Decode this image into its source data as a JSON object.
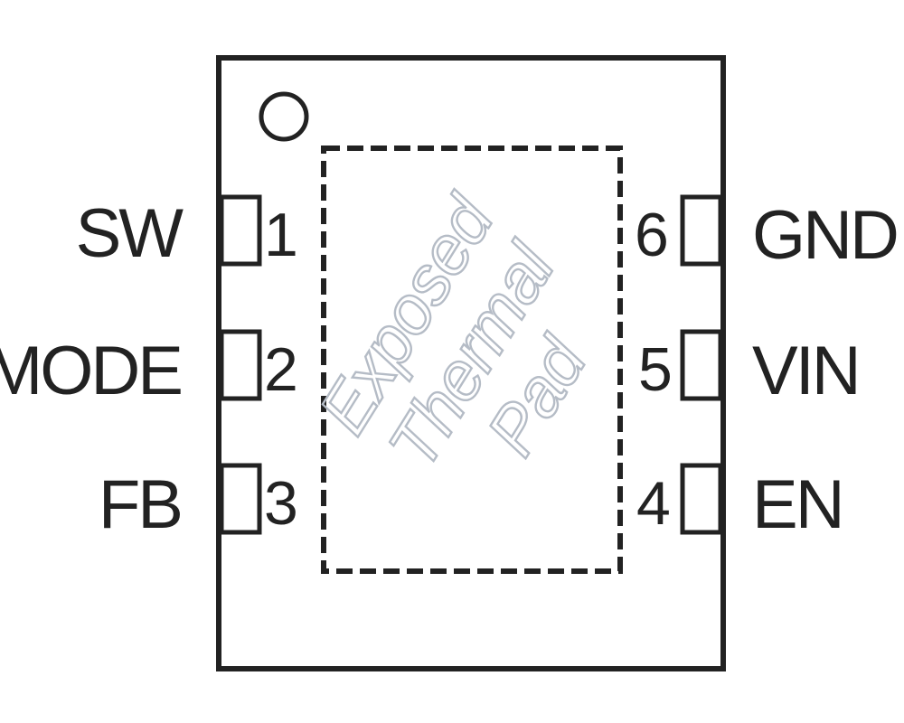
{
  "package": {
    "pins": [
      {
        "number": "1",
        "name": "SW",
        "side": "left"
      },
      {
        "number": "2",
        "name": "MODE",
        "side": "left"
      },
      {
        "number": "3",
        "name": "FB",
        "side": "left"
      },
      {
        "number": "6",
        "name": "GND",
        "side": "right"
      },
      {
        "number": "5",
        "name": "VIN",
        "side": "right"
      },
      {
        "number": "4",
        "name": "EN",
        "side": "right"
      }
    ],
    "thermal_pad": {
      "line1": "Exposed",
      "line2": "Thermal",
      "line3": "Pad"
    }
  },
  "colors": {
    "outline": "#222222",
    "text": "#222222",
    "pad_label": "#b5bcc6",
    "background": "#ffffff"
  }
}
